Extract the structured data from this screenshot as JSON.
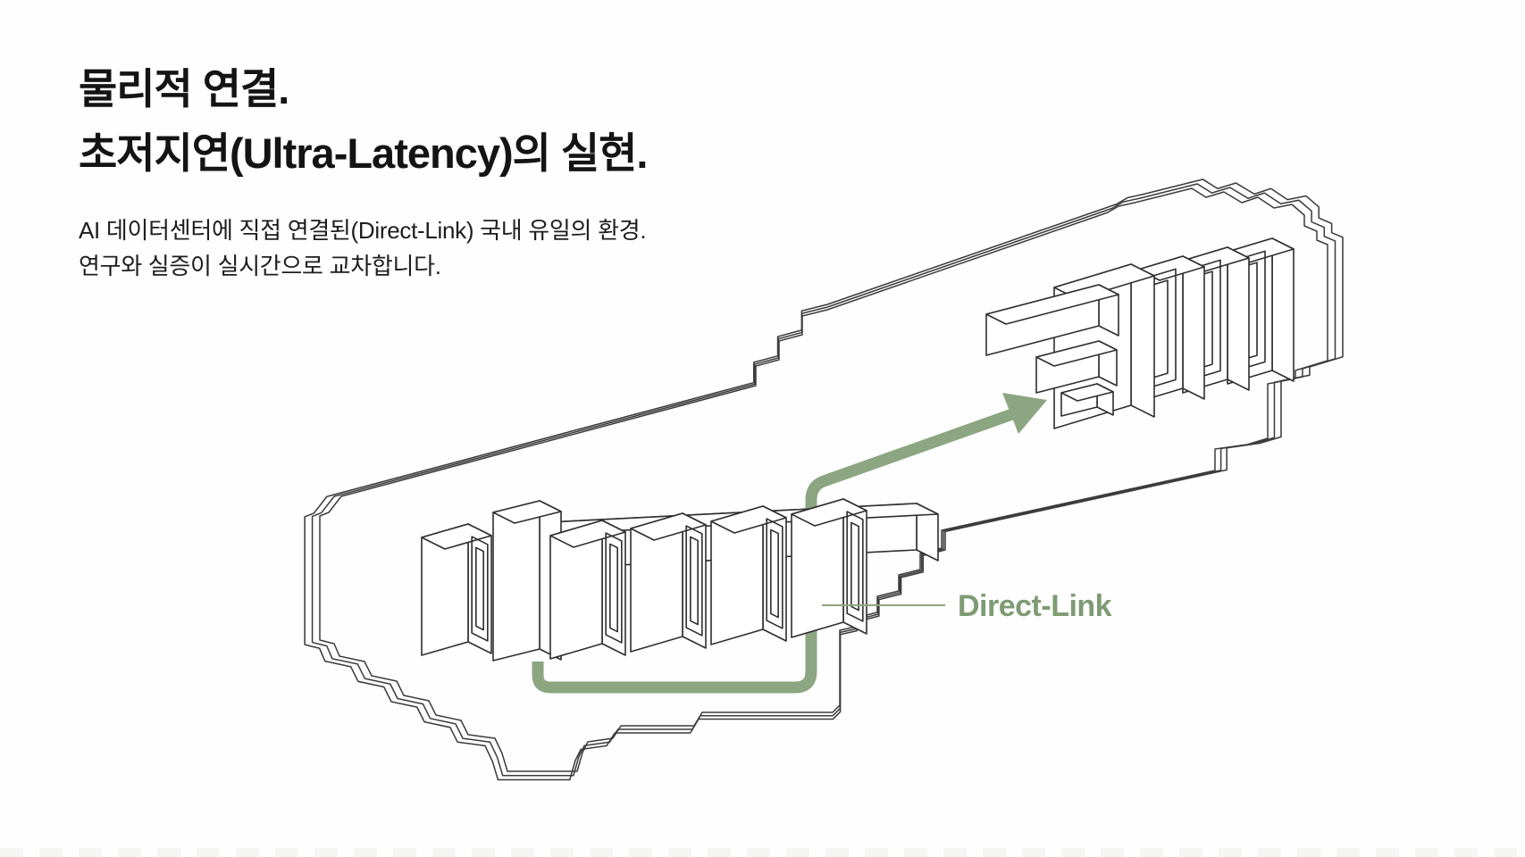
{
  "page": {
    "title_line1": "물리적 연결.",
    "title_line2": "초저지연(Ultra-Latency)의 실현.",
    "body_line1": "AI 데이터센터에 직접 연결된(Direct-Link) 국내 유일의 환경.",
    "body_line2": "연구와 실증이 실시간으로 교차합니다."
  },
  "diagram": {
    "link_label": "Direct-Link",
    "arrow_color": "#8BA680",
    "label_color": "#7E9B74",
    "leader_color": "#8BA680",
    "outline_color": "#3C3C3C",
    "line_color": "#2E2E2E",
    "background_color": "#FEFEFE"
  }
}
